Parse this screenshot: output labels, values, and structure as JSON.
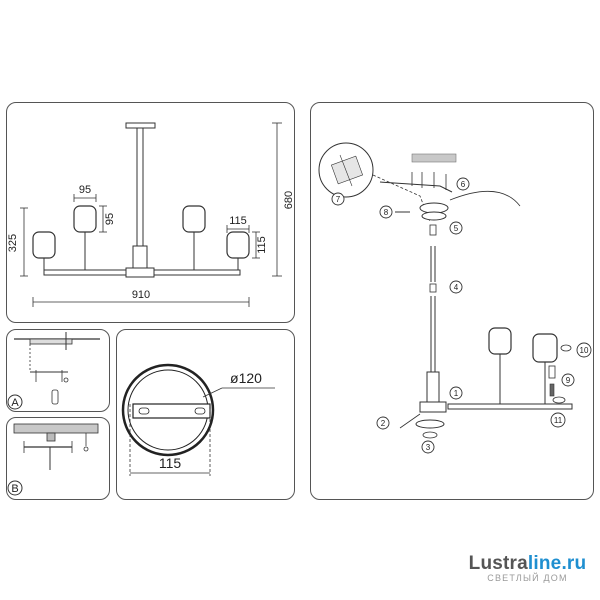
{
  "main_view": {
    "dim_total_width": "910",
    "dim_total_height": "680",
    "dim_height_325": "325",
    "dim_shade_width_95": "95",
    "dim_shade_height_95": "95",
    "dim_shade_width_115": "115",
    "dim_shade_height_115": "115"
  },
  "canopy_view": {
    "diameter": "ø120",
    "plate_width": "115"
  },
  "mount_views": {
    "label_a": "A",
    "label_b": "B"
  },
  "assembly": {
    "callouts": [
      "1",
      "2",
      "3",
      "4",
      "5",
      "6",
      "7",
      "8",
      "9",
      "10",
      "11"
    ]
  },
  "brand": {
    "name_dark": "Lustra",
    "name_accent": "line.ru",
    "subtitle": "СВЕТЛЫЙ ДОМ",
    "color_dark": "#555555",
    "color_accent": "#1f8fd0"
  }
}
